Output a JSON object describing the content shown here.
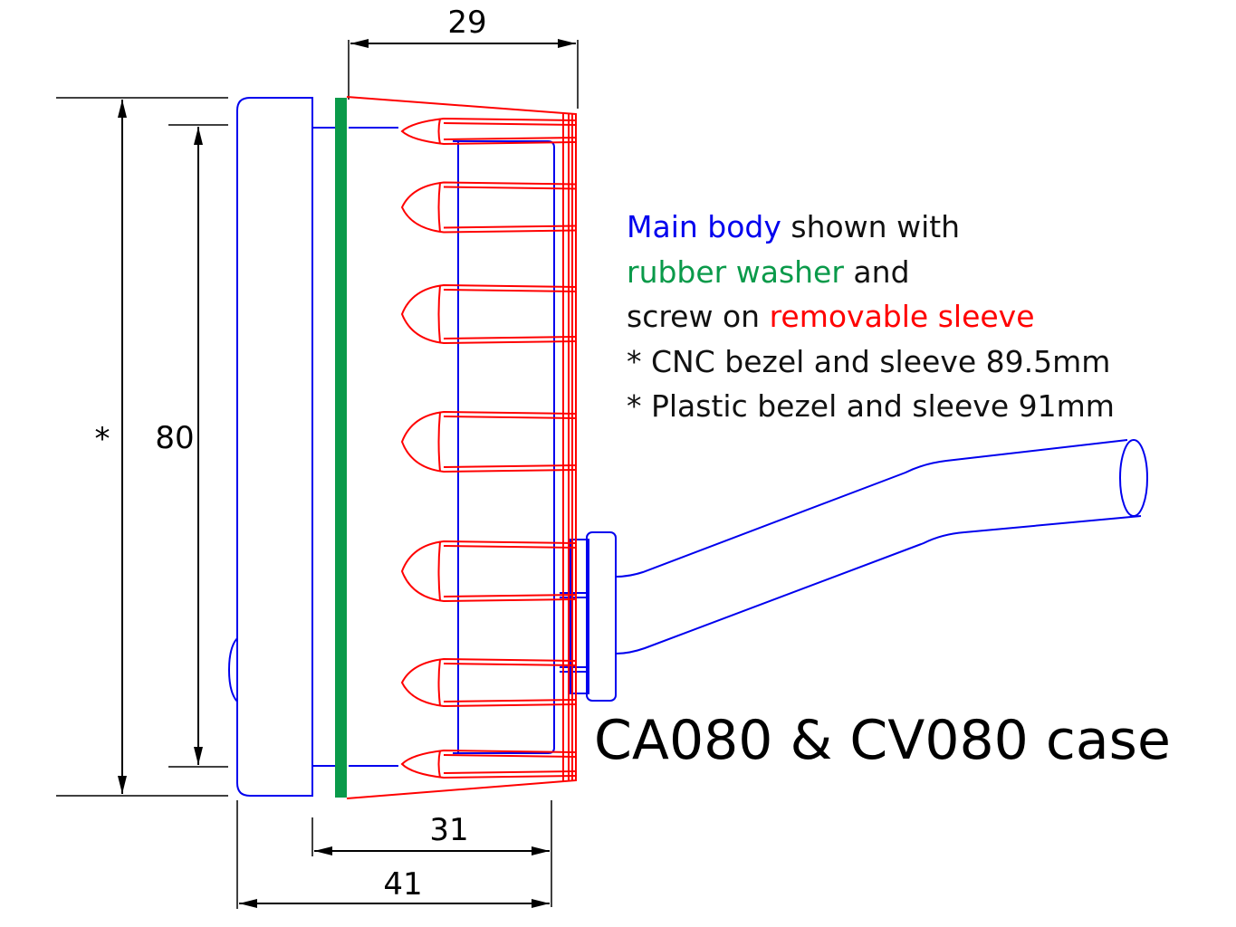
{
  "dimensions": {
    "top_width": "29",
    "overall_height_star": "*",
    "inner_height": "80",
    "bottom_inner": "31",
    "bottom_overall": "41"
  },
  "legend": {
    "line1": {
      "colored": "Main body",
      "rest": " shown with"
    },
    "line2": {
      "colored": "rubber washer",
      "rest": " and"
    },
    "line3": {
      "plain": "screw on ",
      "colored": "removable sleeve"
    },
    "line4": "* CNC bezel and sleeve 89.5mm",
    "line5": "* Plastic bezel and sleeve 91mm"
  },
  "title": "CA080 & CV080 case",
  "colors": {
    "main_body": "#0000ee",
    "rubber_washer": "#0a9a4a",
    "sleeve": "#ff0000",
    "dimension": "#000000"
  }
}
